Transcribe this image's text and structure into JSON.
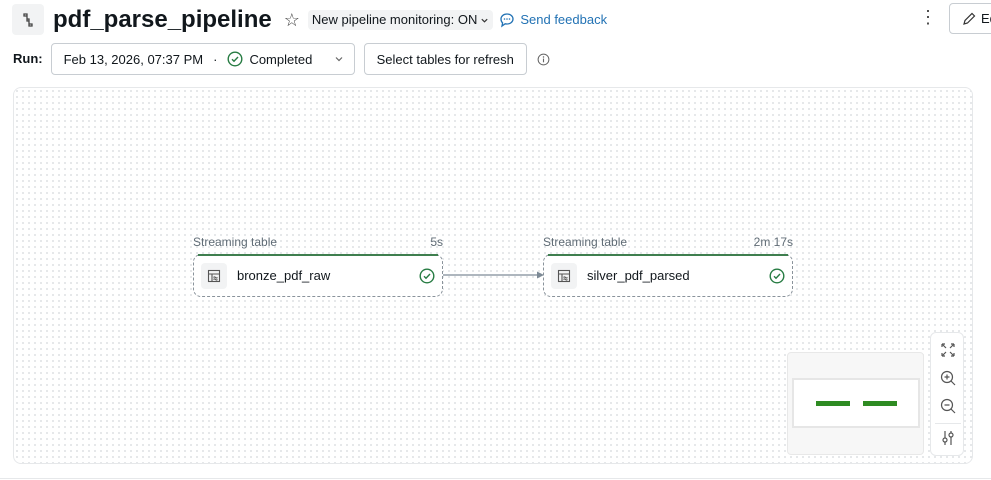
{
  "header": {
    "pipeline_icon": "pipeline-icon",
    "title": "pdf_parse_pipeline",
    "star_icon": "star-icon",
    "monitoring_toggle": "New pipeline monitoring: ON",
    "feedback_label": "Send feedback",
    "more_icon": "kebab-menu-icon",
    "edit_label": "Edit"
  },
  "run_bar": {
    "run_label": "Run:",
    "run_date": "Feb 13, 2026, 07:37 PM",
    "separator": "·",
    "run_status": "Completed",
    "select_tables_label": "Select tables for refresh",
    "info_icon": "info-icon"
  },
  "graph": {
    "nodes": [
      {
        "type": "Streaming table",
        "duration": "5s",
        "name": "bronze_pdf_raw",
        "status": "completed"
      },
      {
        "type": "Streaming table",
        "duration": "2m 17s",
        "name": "silver_pdf_parsed",
        "status": "completed"
      }
    ],
    "controls": [
      "fit-view-icon",
      "zoom-in-icon",
      "zoom-out-icon",
      "settings-sliders-icon"
    ]
  },
  "colors": {
    "success": "#277c43",
    "link": "#2272b4",
    "minimap_node": "#2e8b22"
  }
}
